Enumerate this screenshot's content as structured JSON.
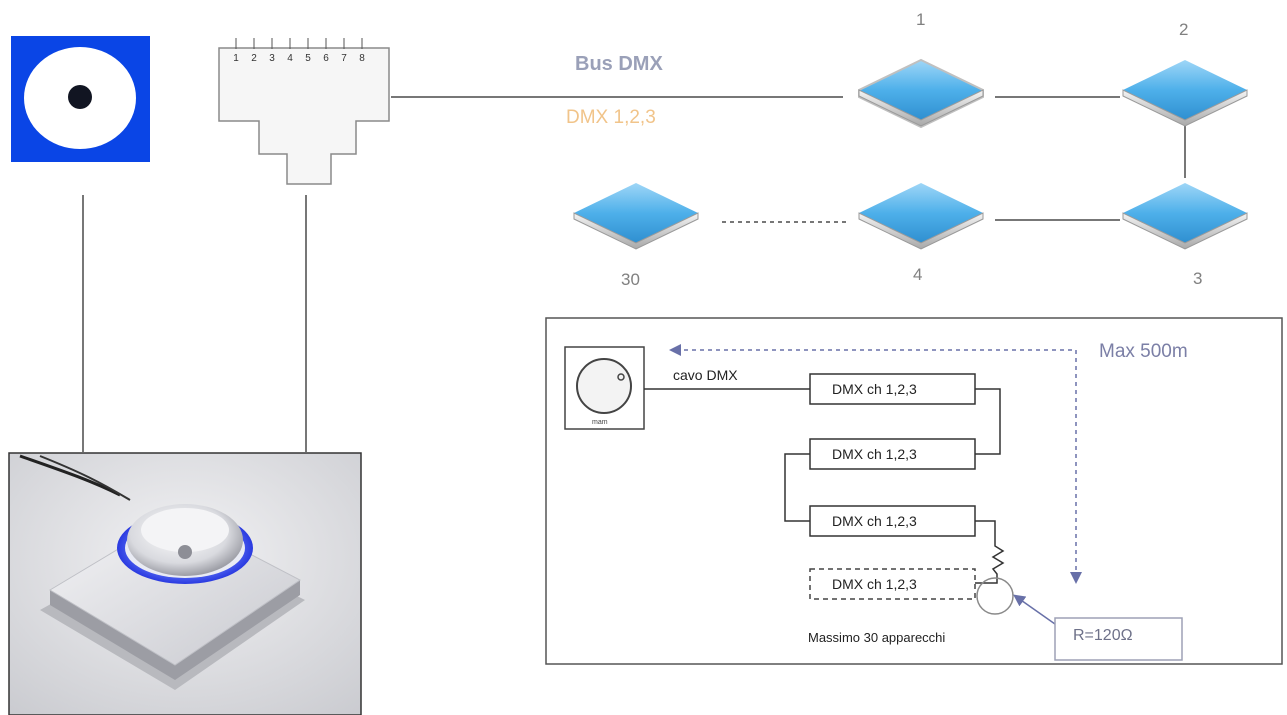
{
  "bus": {
    "title": "Bus DMX",
    "subtitle": "DMX 1,2,3"
  },
  "rj45_pin_labels": [
    "1",
    "2",
    "3",
    "4",
    "5",
    "6",
    "7",
    "8"
  ],
  "devices": [
    {
      "label": "1"
    },
    {
      "label": "2"
    },
    {
      "label": "3"
    },
    {
      "label": "4"
    },
    {
      "label": "30"
    }
  ],
  "wiring": {
    "cable_label": "cavo DMX",
    "channel_label": "DMX ch 1,2,3",
    "max_distance": "Max 500m",
    "max_devices": "Massimo 30 apparecchi",
    "resistor": "R=120Ω",
    "controller_caption": "mam"
  },
  "colors": {
    "connector_bg": "#0a45e6",
    "fixture_top": "#54b4ea",
    "arrow": "#6870a8",
    "ring_glow": "#4a5cf0"
  }
}
